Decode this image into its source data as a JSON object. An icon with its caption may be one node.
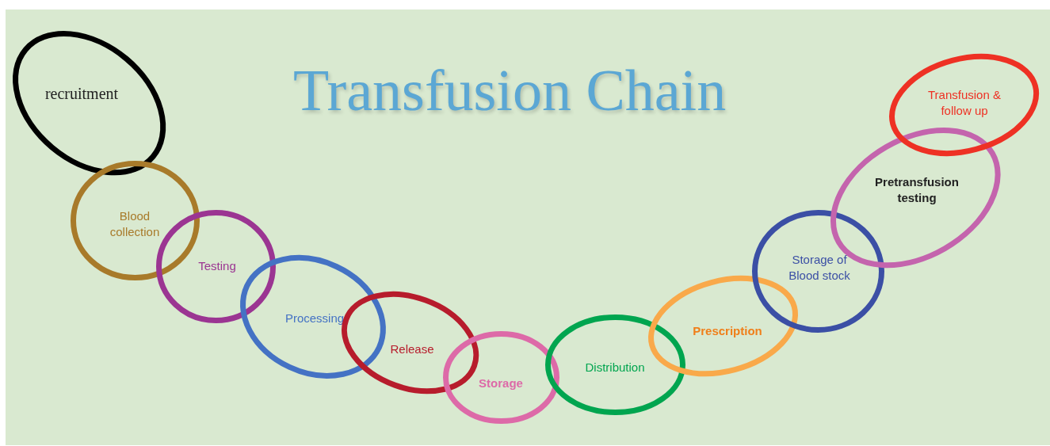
{
  "diagram": {
    "title": "Transfusion Chain",
    "nodes": [
      {
        "text": [
          "recruitment"
        ]
      },
      {
        "text": [
          "Blood collection"
        ]
      },
      {
        "text": [
          "Testing"
        ]
      },
      {
        "text": [
          "Processing"
        ]
      },
      {
        "text": [
          "Release"
        ]
      },
      {
        "text": [
          "Storage"
        ]
      },
      {
        "text": [
          "Distribution"
        ]
      },
      {
        "text": [
          "Prescription"
        ]
      },
      {
        "text": [
          "Storage of Blood stock"
        ]
      },
      {
        "text": [
          "Pretransfusion testing"
        ]
      },
      {
        "text": [
          "Transfusion & follow up"
        ]
      }
    ]
  }
}
